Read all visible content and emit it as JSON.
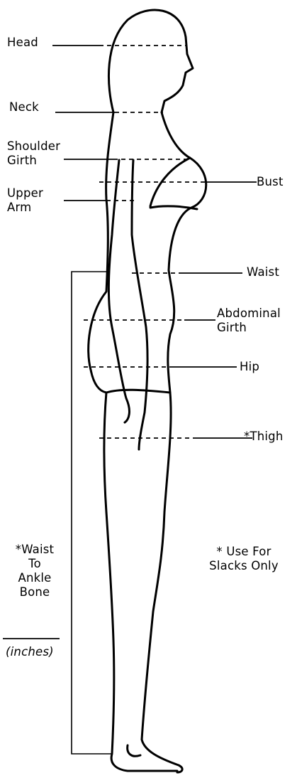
{
  "labels": {
    "head": "Head",
    "neck": "Neck",
    "shoulder_girth": [
      "Shoulder",
      "Girth"
    ],
    "upper_arm": [
      "Upper",
      "Arm"
    ],
    "bust": "Bust",
    "waist": "Waist",
    "abdominal_girth": [
      "Abdominal",
      "Girth"
    ],
    "hip": "Hip",
    "thigh": "*Thigh",
    "waist_to_ankle": [
      "*Waist",
      "To",
      "Ankle",
      "Bone"
    ],
    "units": "(inches)",
    "note": [
      "* Use For",
      "Slacks Only"
    ]
  },
  "colors": {
    "ink": "#000000",
    "background": "#ffffff"
  }
}
